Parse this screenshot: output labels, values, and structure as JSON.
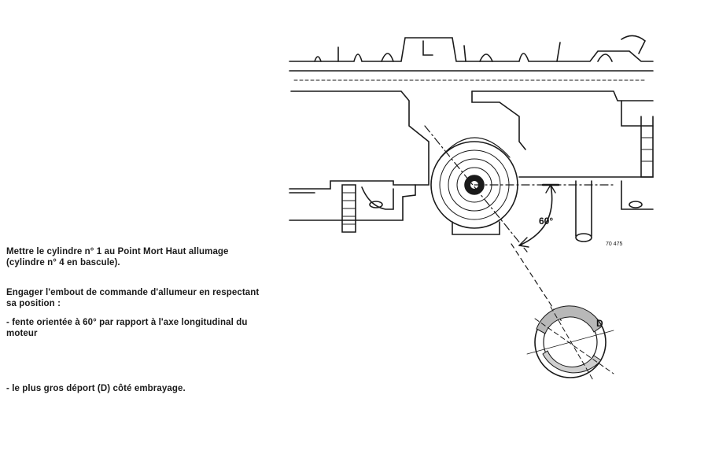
{
  "text": {
    "paragraph_1": "Mettre le cylindre n° 1 au Point Mort Haut allumage (cylindre n° 4 en bascule).",
    "paragraph_2": "Engager l'embout de commande d'allumeur en respectant sa position :",
    "bullet_1": "- fente orientée à 60° par rapport à l'axe longitudinal du moteur",
    "bullet_2": "- le plus gros déport (D) côté embrayage."
  },
  "figure": {
    "angle_label": "60°",
    "detail_label": "D",
    "reference": "70 475"
  }
}
